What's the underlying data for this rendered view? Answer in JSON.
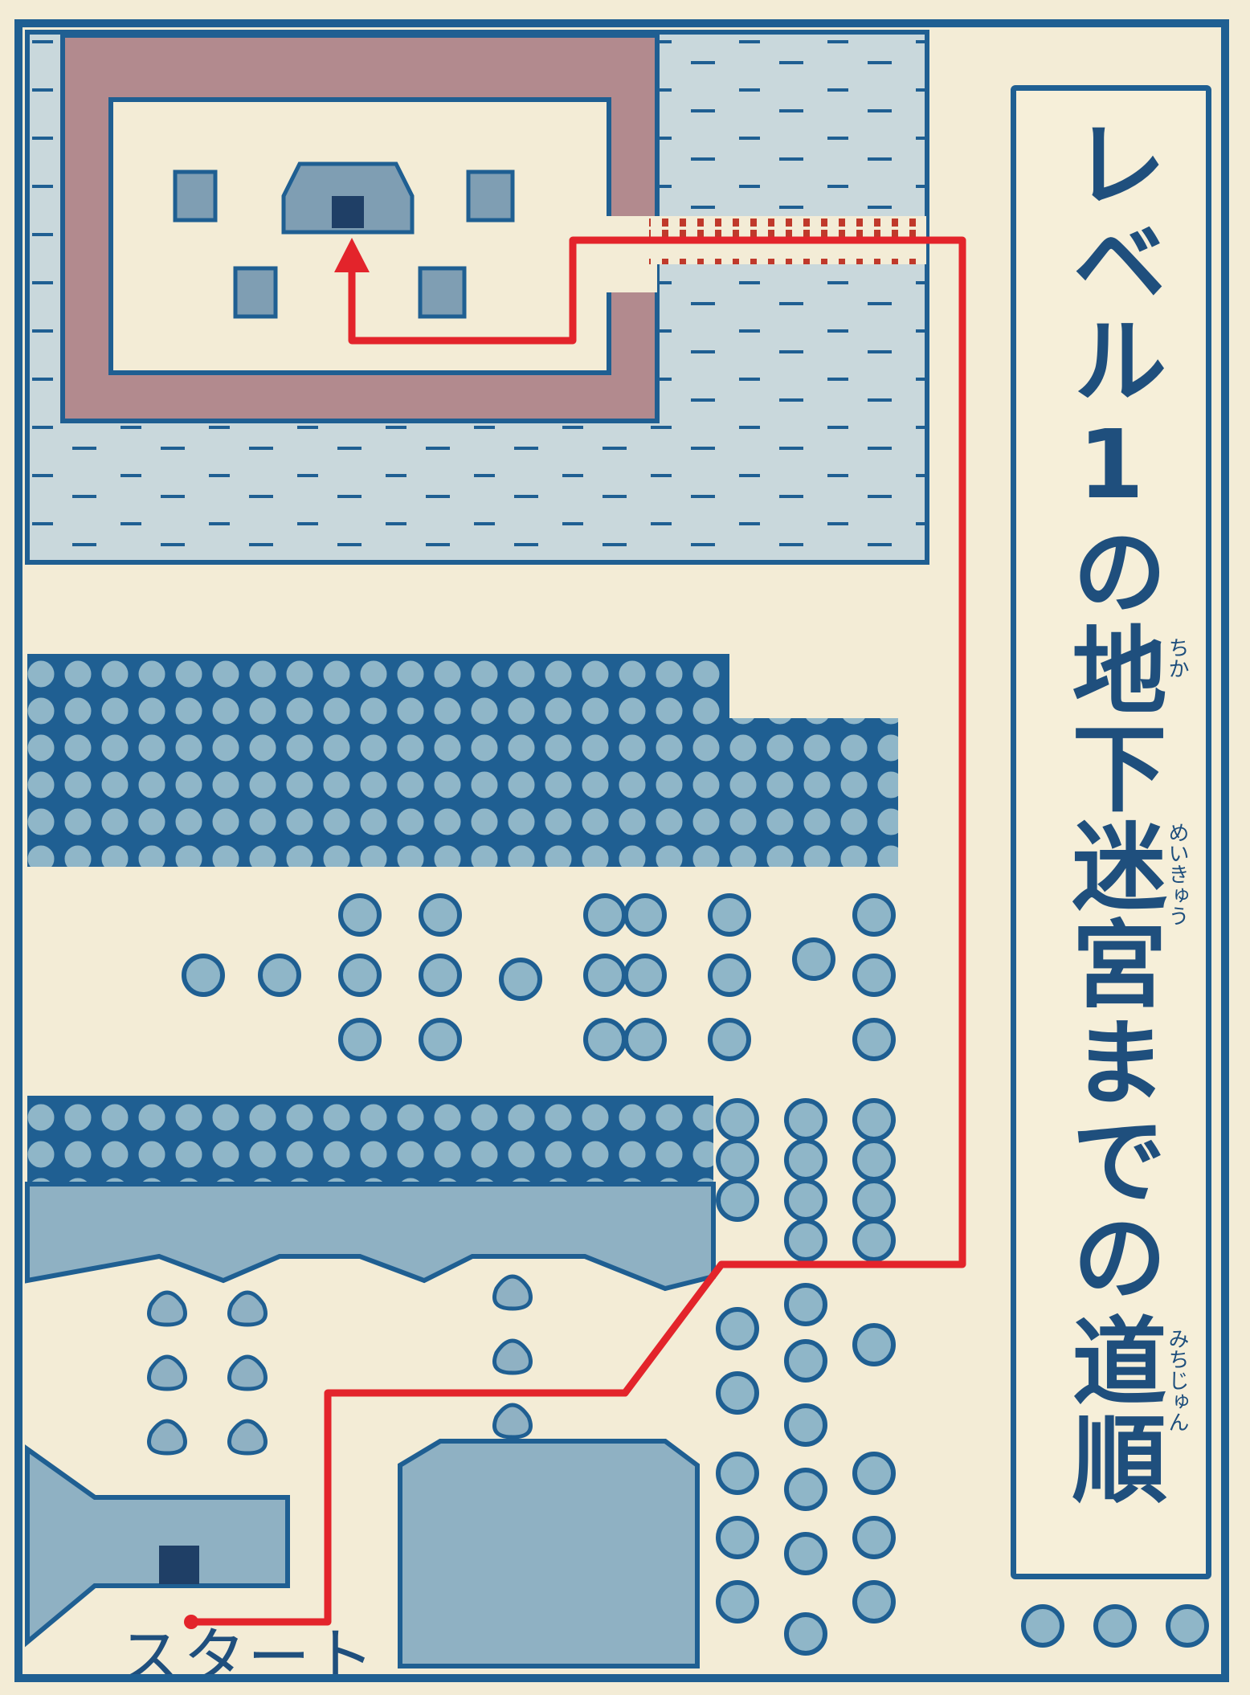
{
  "caption": {
    "line1": "レベル1の",
    "line2": "地下迷宮までの",
    "line3": "道順"
  },
  "ruby": {
    "chika": "ちか",
    "meikyuu": "めいきゅう",
    "michijun": "みちじゅん"
  },
  "start_label": "スタート",
  "colors": {
    "frame": "#1f5f92",
    "water": "#c9d8dc",
    "lake": "#8fb1c3",
    "dungeon_wall": "#b28a8e",
    "route": "#e3242b",
    "tree": "#6f9fb8",
    "paper": "#f3ecd6"
  },
  "icons": [
    "bush-icon",
    "statue-icon",
    "entrance-icon",
    "cave-icon",
    "route-arrow-icon",
    "tree-icon"
  ]
}
